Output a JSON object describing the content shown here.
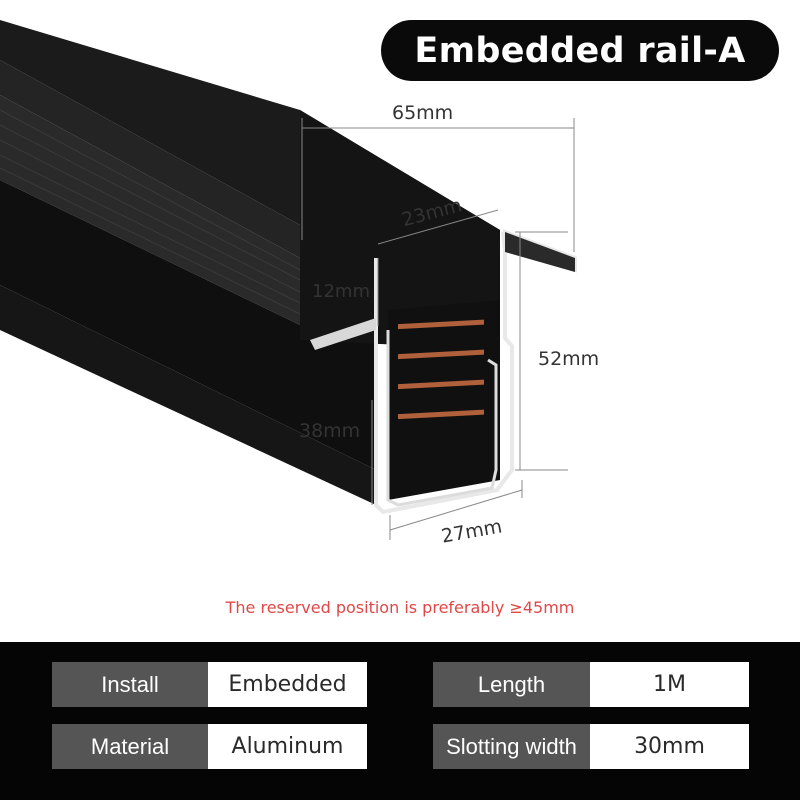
{
  "title": "Embedded rail-A",
  "dimensions": {
    "top_width": "65mm",
    "inner_top": "23mm",
    "lip_height": "12mm",
    "total_height": "52mm",
    "body_height": "38mm",
    "bottom_width": "27mm"
  },
  "note": "The reserved position is preferably ≥45mm",
  "colors": {
    "title_background": "#0a0a0a",
    "note_text": "#e04848",
    "spec_panel": "#050505",
    "spec_label_bg": "#555555",
    "rail_body": "#121212",
    "aluminum_edge": "#e8e8e8",
    "copper_strip": "#b0603a"
  },
  "specs": [
    {
      "label": "Install",
      "value": "Embedded"
    },
    {
      "label": "Length",
      "value": "1M"
    },
    {
      "label": "Material",
      "value": "Aluminum"
    },
    {
      "label": "Slotting width",
      "value": "30mm"
    }
  ]
}
